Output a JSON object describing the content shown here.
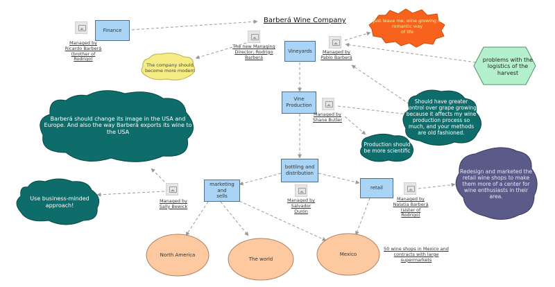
{
  "title": "Barberá Wine Company",
  "boxes": {
    "finance": "Finance",
    "vineyards": "Vineyards",
    "vine_production": "Vine\nProduction",
    "bottling": "bottling and\ndistribution",
    "marketing": "marketing and\nsells",
    "retail": "retail"
  },
  "managers": {
    "finance": "Managed by\nRicardo Barberá\n(brother of\nRodrigo)",
    "director": "The new Managing\nDirector, Rodrigo\nBarberá",
    "vineyards": "Managed by\nPablo Barberá",
    "vine_production": "Managed by\nShane Butler",
    "bottling": "Managed by\nSalvador\nDurón",
    "marketing": "Managed by\nSally Bewick",
    "retail": "Managed by\nNalatia Barberá\n(sister of\nRodrigo)"
  },
  "notes": {
    "modern": "The company should\nbecome more modern",
    "romantic": "Just leave me, wine growing is\nromantic way\nof life",
    "logistics": "problems with the\nlogistics of the\nharvest",
    "grape_control": "Should have greater\ncontrol over grape growing\nbecause it affects my wine\nproduction process so\nmuch, and your methods\nare old fashioned.",
    "scientific": "Production should\nbe more scientific",
    "image_usa": "Barberá should change its image in the USA and\nEurope. And also the way Barberá exports its wine to\nthe USA",
    "business": "Use business-minded\napproach!",
    "redesign": "Redesign and marketed the\nretail wine shops to make\nthem more of a center for\nwine enthusiasts in their\narea."
  },
  "markets": {
    "north_america": "North America",
    "world": "The world",
    "mexico": "Mexico",
    "mexico_note": "50 wine shops in Mexico and\ncontracts with large\nsupermarkets"
  },
  "colors": {
    "box_fill": "#a9d4f5",
    "cloud_teal": "#0e6d6b",
    "cloud_purple": "#5b5b8a",
    "orange": "#f7621c",
    "yellow": "#f5ec86",
    "green": "#b5f0cc",
    "peach": "#fcc9a0"
  }
}
